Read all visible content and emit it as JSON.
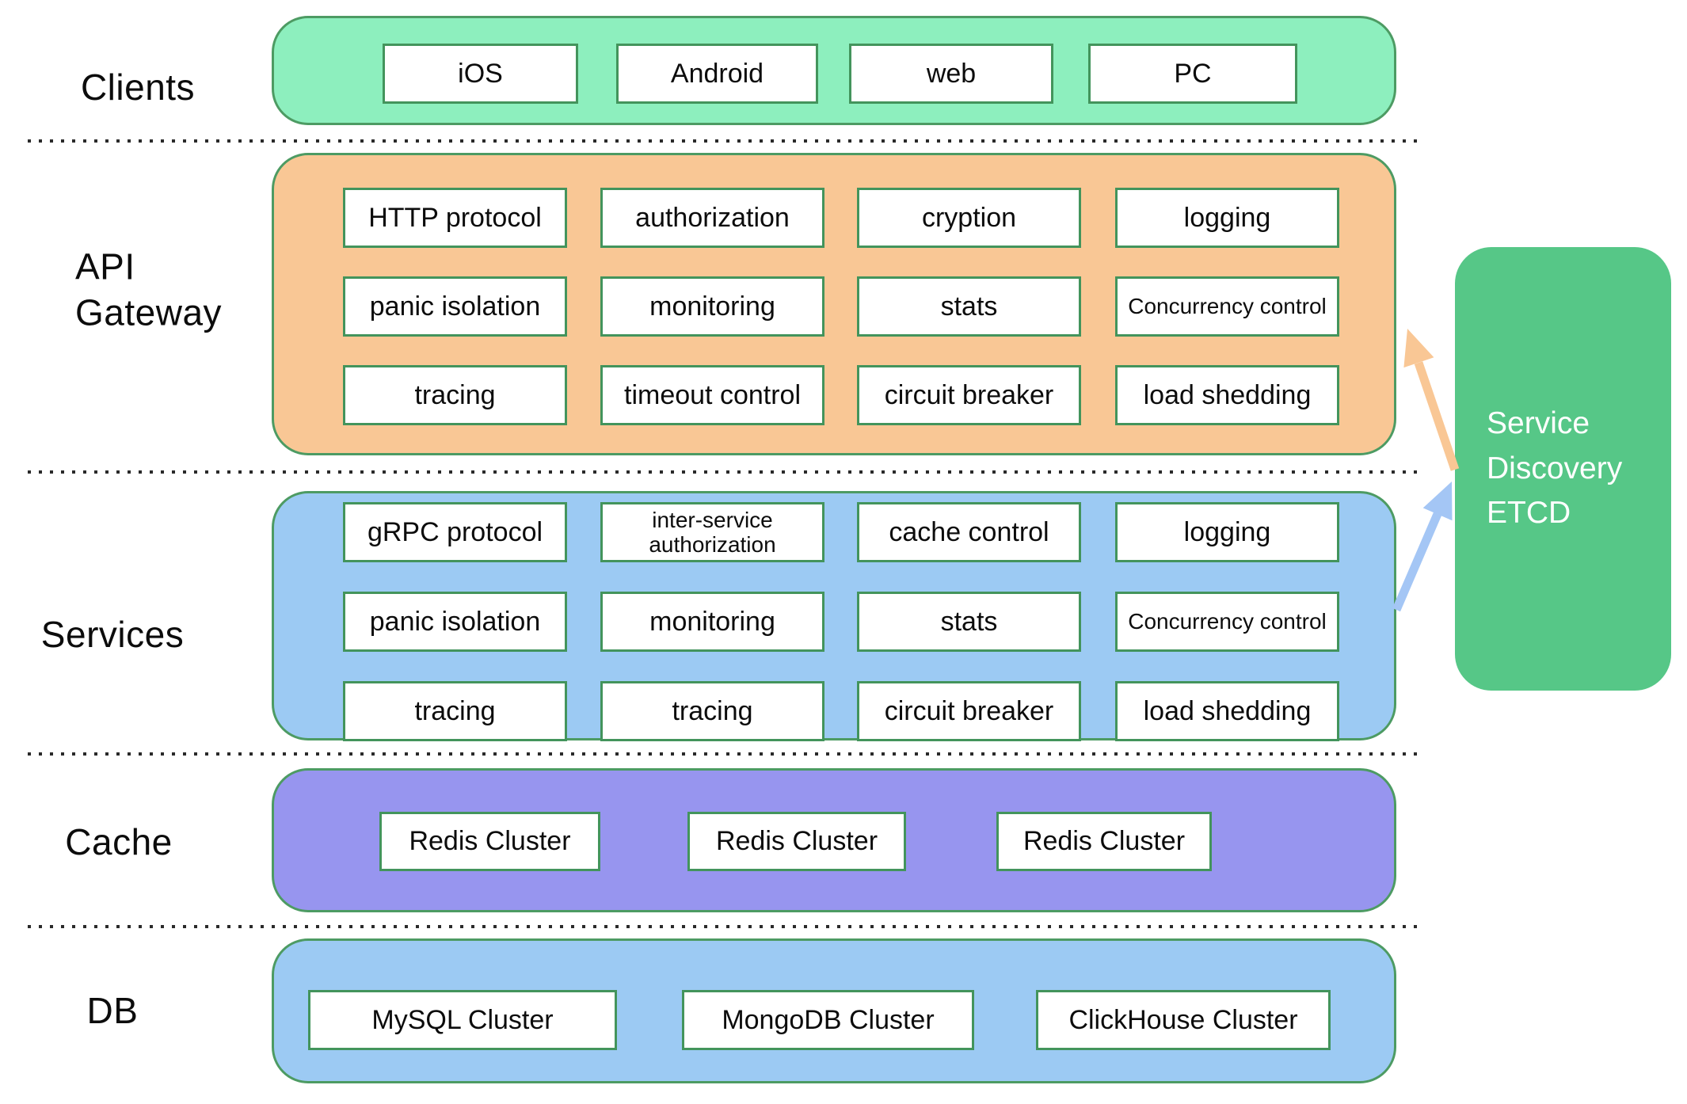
{
  "layers": [
    {
      "label": "Clients",
      "items": [
        "iOS",
        "Android",
        "web",
        "PC"
      ]
    },
    {
      "label": "API Gateway",
      "rows": [
        [
          "HTTP protocol",
          "authorization",
          "cryption",
          "logging"
        ],
        [
          "panic isolation",
          "monitoring",
          "stats",
          "Concurrency control"
        ],
        [
          "tracing",
          "timeout control",
          "circuit breaker",
          "load shedding"
        ]
      ]
    },
    {
      "label": "Services",
      "rows": [
        [
          "gRPC protocol",
          "inter-service authorization",
          "cache control",
          "logging"
        ],
        [
          "panic isolation",
          "monitoring",
          "stats",
          "Concurrency control"
        ],
        [
          "tracing",
          "tracing",
          "circuit breaker",
          "load shedding"
        ]
      ]
    },
    {
      "label": "Cache",
      "items": [
        "Redis Cluster",
        "Redis Cluster",
        "Redis Cluster"
      ]
    },
    {
      "label": "DB",
      "items": [
        "MySQL Cluster",
        "MongoDB Cluster",
        "ClickHouse Cluster"
      ]
    }
  ],
  "service_discovery": {
    "label": "Service Discovery ETCD"
  },
  "colors": {
    "mint": "#8defbe",
    "orange": "#f9c795",
    "blue": "#9ccaf3",
    "purple": "#9795ef",
    "etcd": "#56c787",
    "band-border": "#4d9b63",
    "box-border": "#43945c",
    "blue-arrow": "#a4c6f5"
  }
}
